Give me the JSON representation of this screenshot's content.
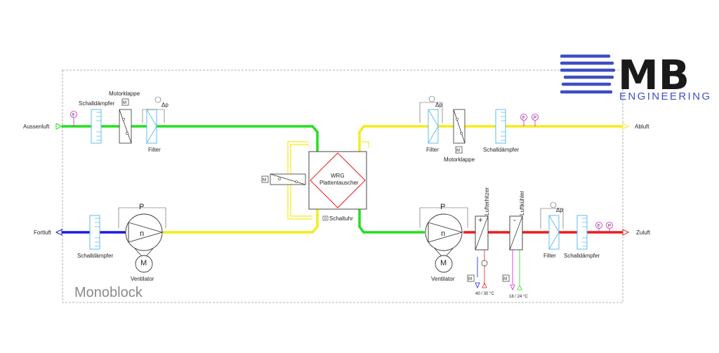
{
  "logo": {
    "letters": "MB",
    "subtitle": "ENGINEERING",
    "color": "#3d4fc4"
  },
  "unit": {
    "name": "Monoblock"
  },
  "ports": {
    "outside_air": "Aussenluft",
    "exhaust_air": "Abluft",
    "discharge_air": "Fortluft",
    "supply_air": "Zuluft"
  },
  "components": {
    "silencer": "Schalldämpfer",
    "damper": "Motorklappe",
    "filter": "Filter",
    "delta_p": "Δp",
    "heat_exchanger_line1": "WRG",
    "heat_exchanger_line2": "Plattentauscher",
    "timer": "Schaltuhr",
    "fan": "Ventilator",
    "pressure": "P",
    "speed": "n",
    "motor": "M",
    "heater": "Lufterhitzer",
    "cooler": "Luftkühler",
    "heater_temp": "40 / 30 °C",
    "cooler_temp": "18 / 24 °C",
    "plus": "+",
    "minus": "-",
    "temp_sensor": "ϑ",
    "pressure_sensor": "P",
    "motor_box": "M"
  },
  "colors": {
    "green": "#22e01e",
    "yellow": "#f4ec1a",
    "blue": "#1a1ae0",
    "red": "#ef1a1a",
    "cyan": "#4fb7e6",
    "magenta": "#d21ad2"
  }
}
